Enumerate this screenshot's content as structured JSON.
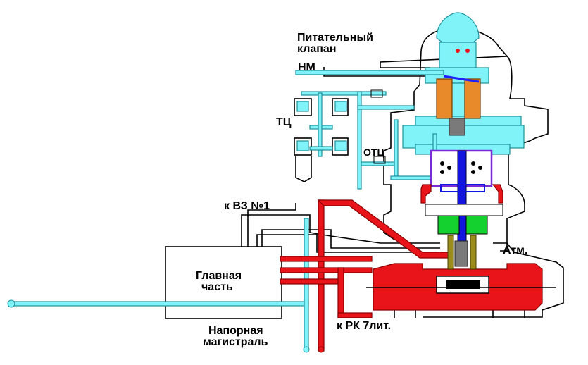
{
  "labels": {
    "feed_valve": "Питательный",
    "feed_valve_2": "клапан",
    "nm": "НМ",
    "tc": "ТЦ",
    "otc": "ОТЦ",
    "to_vz": "к ВЗ №1",
    "atm": "Атм.",
    "main_part": "Главная",
    "main_part_2": "часть",
    "to_rk": "к РК 7лит.",
    "supply_line": "Напорная",
    "supply_line_2": "магистраль"
  },
  "colors": {
    "air": "#7ff3f8",
    "air_dark": "#3ab7c2",
    "brake": "#e8141a",
    "brake_dark": "#8a0000",
    "orange": "#e98a2a",
    "green": "#15d12f",
    "blue": "#1414e0",
    "purple": "#7a2bd6",
    "olive": "#9a8d1c",
    "gray": "#7a7a7a"
  }
}
